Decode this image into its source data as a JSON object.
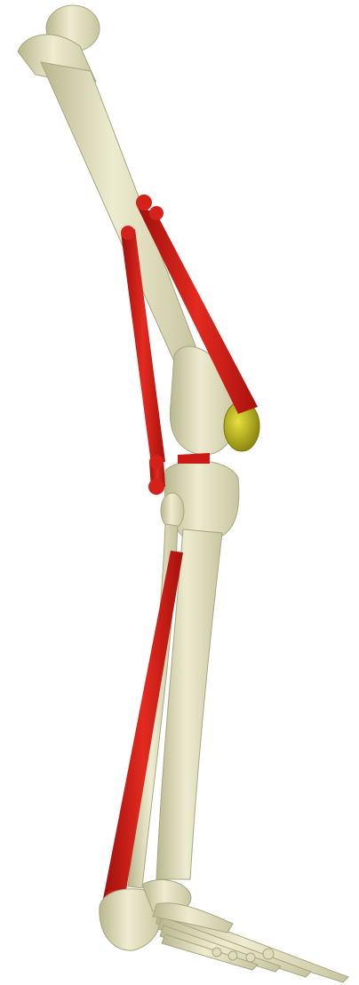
{
  "scene": {
    "background_color": "#ffffff",
    "bone_color": "#e7e5c4",
    "bone_shadow_color": "#b9b78f",
    "muscle_color": "#cc1a14",
    "muscle_highlight_color": "#f03b2e",
    "patella_color": "#c9c21a",
    "elements": [
      {
        "name": "femur",
        "kind": "bone"
      },
      {
        "name": "tibia",
        "kind": "bone"
      },
      {
        "name": "fibula",
        "kind": "bone"
      },
      {
        "name": "patella",
        "kind": "bone"
      },
      {
        "name": "foot",
        "kind": "bone"
      },
      {
        "name": "rectus-femoris",
        "kind": "muscle"
      },
      {
        "name": "hamstring",
        "kind": "muscle"
      },
      {
        "name": "gastrocnemius",
        "kind": "muscle"
      }
    ]
  }
}
